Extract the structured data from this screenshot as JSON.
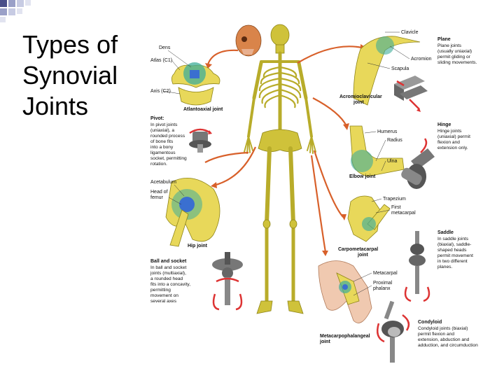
{
  "slide": {
    "title_lines": [
      "Types of",
      "Synovial",
      "Joints"
    ]
  },
  "colors": {
    "bone": "#cfc23a",
    "arrow": "#d8602a",
    "cartilage": "#3fae9a",
    "joint_blue": "#3a6fd0",
    "skin": "#f0c9b0"
  },
  "figure": {
    "pivot": {
      "labels": [
        "Dens",
        "Atlas (C1)",
        "Axis (C2)"
      ],
      "caption": "Atlantoaxial joint",
      "heading": "Pivot:",
      "description": [
        "In pivot joints",
        "(uniaxial), a",
        "rounded process",
        "of bone fits",
        "into a bony",
        "ligamentous",
        "socket, permitting",
        "rotation."
      ]
    },
    "ball_socket": {
      "labels": [
        "Acetabulum",
        "Head of",
        "femur"
      ],
      "caption": "Hip joint",
      "heading": "Ball and socket",
      "description": [
        "In ball and socket",
        "joints (multiaxial),",
        "a rounded head",
        "fits into a concavity,",
        "permitting",
        "movement on",
        "several axes"
      ]
    },
    "plane": {
      "labels": [
        "Clavicle",
        "Acromion",
        "Scapula"
      ],
      "caption": [
        "Acromioclavicular",
        "joint"
      ],
      "heading": "Plane",
      "description": [
        "Plane joints",
        "(usually uniaxial)",
        "permit gliding or",
        "sliding movements."
      ]
    },
    "hinge": {
      "labels": [
        "Humerus",
        "Radius",
        "Ulna"
      ],
      "caption": "Elbow joint",
      "heading": "Hinge",
      "description": [
        "Hinge joints",
        "(uniaxial) permit",
        "flexion and",
        "extension only."
      ]
    },
    "saddle": {
      "labels": [
        "Trapezium",
        "First",
        "metacarpal"
      ],
      "caption": [
        "Carpometacarpal",
        "joint"
      ],
      "heading": "Saddle",
      "description": [
        "In saddle joints",
        "(biaxial), saddle-",
        "shaped heads",
        "permit movement",
        "in two different",
        "planes."
      ]
    },
    "condyloid": {
      "labels": [
        "Metacarpal",
        "Proximal",
        "phalanx"
      ],
      "caption": [
        "Metacarpophalangeal",
        "joint"
      ],
      "heading": "Condyloid",
      "description": [
        "Condyloid joints (biaxial)",
        "permit flexion and",
        "extension, abduction and",
        "adduction, and circumduction"
      ]
    }
  }
}
